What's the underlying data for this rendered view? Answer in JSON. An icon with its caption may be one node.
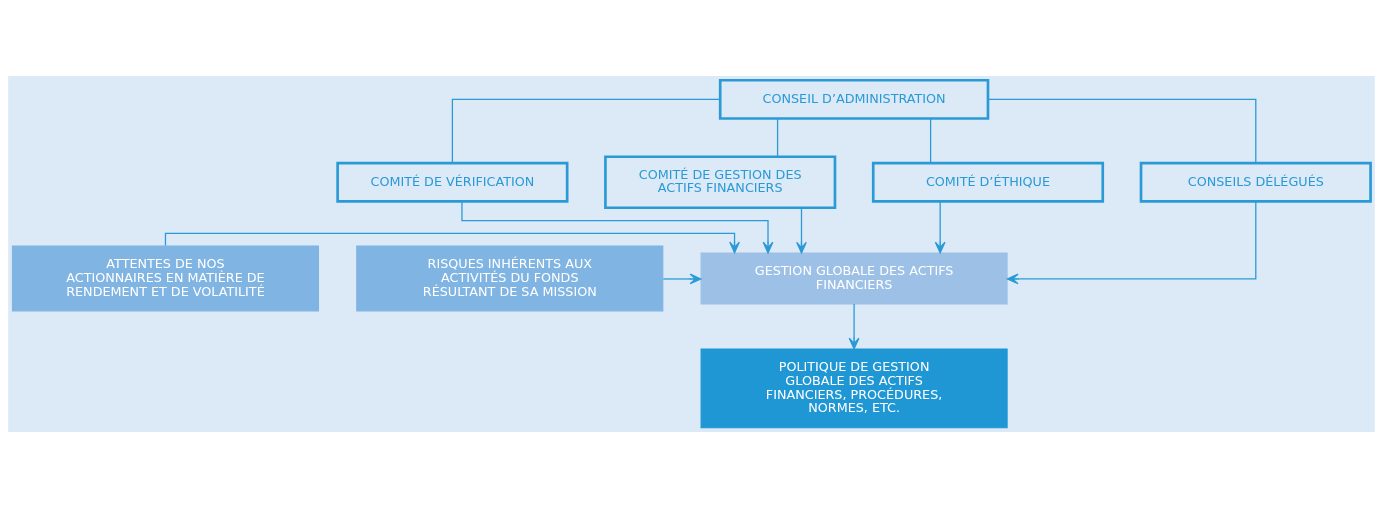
{
  "diagram": {
    "nodes": [
      {
        "text": [
          "CONSEIL D’ADMINISTRATION"
        ]
      },
      {
        "text": [
          "COMITÉ DE VÉRIFICATION"
        ]
      },
      {
        "text": [
          "COMITÉ DE GESTION DES ACTIFS FINANCIERS"
        ]
      },
      {
        "text": [
          "COMITÉ D’ÉTHIQUE"
        ]
      },
      {
        "text": [
          "CONSEILS DÉLÉGUÉS"
        ]
      },
      {
        "text": [
          "ATTENTES DE NOS ACTIONNAIRES EN MATIÈRE DE RENDEMENT ET DE VOLATILITÉ"
        ]
      },
      {
        "text": [
          "GESTION GLOBALE DES ACTIFS FINANCIERS"
        ]
      },
      {
        "text": [
          "RISQUES INHÉRENTS AUX ACTIVITÉS DU FONDS RÉSULTANT DE SA MISSION"
        ]
      },
      {
        "text": [
          "POLITIQUE DE GESTION GLOBALE DES ACTIFS FINANCIERS, PROCÉDURES, NORMES, ETC."
        ]
      }
    ],
    "edges": [
      {
        "from": 0,
        "to": 1,
        "arrow": "none"
      },
      {
        "from": 0,
        "to": 2,
        "arrow": "none"
      },
      {
        "from": 0,
        "to": 3,
        "arrow": "none"
      },
      {
        "from": 0,
        "to": 4,
        "arrow": "none"
      },
      {
        "from": 1,
        "to": 6,
        "arrow": "to"
      },
      {
        "from": 2,
        "to": 6,
        "arrow": "to"
      },
      {
        "from": 3,
        "to": 6,
        "arrow": "to"
      },
      {
        "from": 4,
        "to": 6,
        "arrow": "to"
      },
      {
        "from": 5,
        "to": 6,
        "arrow": "to"
      },
      {
        "from": 7,
        "to": 6,
        "arrow": "to"
      },
      {
        "from": 6,
        "to": 8,
        "arrow": "to"
      }
    ]
  }
}
